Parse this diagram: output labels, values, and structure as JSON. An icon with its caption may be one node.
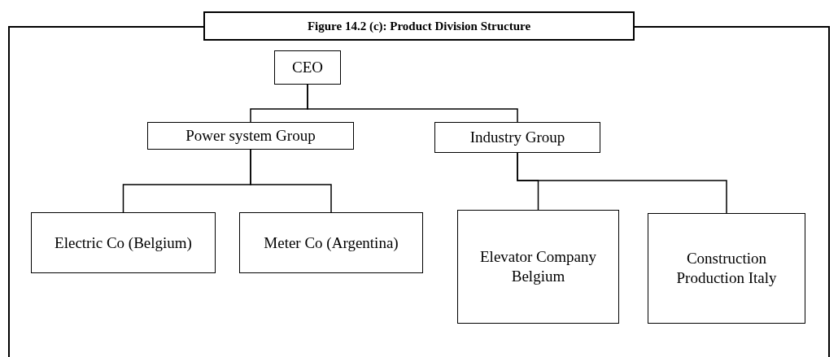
{
  "diagram": {
    "title": "Figure 14.2 (c): Product Division Structure",
    "nodes": [
      {
        "text": [
          "CEO"
        ]
      },
      {
        "text": [
          "Power system Group"
        ]
      },
      {
        "text": [
          "Industry Group"
        ]
      },
      {
        "text": [
          "Electric Co (Belgium)"
        ]
      },
      {
        "text": [
          "Meter Co (Argentina)"
        ]
      },
      {
        "text": [
          "Elevator Company Belgium"
        ]
      },
      {
        "text": [
          "Construction Production Italy"
        ]
      }
    ],
    "edges": [
      {
        "from": 0,
        "to": 1,
        "arrow": "none"
      },
      {
        "from": 0,
        "to": 2,
        "arrow": "none"
      },
      {
        "from": 1,
        "to": 3,
        "arrow": "none"
      },
      {
        "from": 1,
        "to": 4,
        "arrow": "none"
      },
      {
        "from": 2,
        "to": 5,
        "arrow": "none"
      },
      {
        "from": 2,
        "to": 6,
        "arrow": "none"
      }
    ]
  }
}
